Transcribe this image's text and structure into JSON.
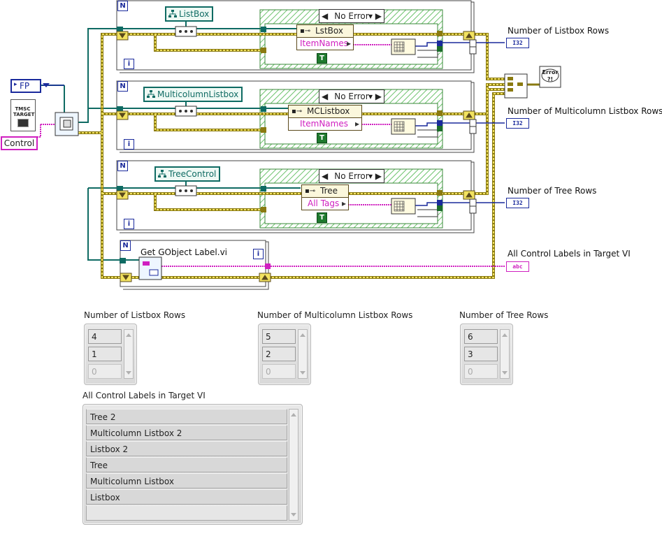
{
  "diagram": {
    "fp_constant": "FP",
    "target_constant": [
      "TMSC",
      "TARGET"
    ],
    "control_constant": "Control",
    "loops": [
      {
        "refnum_label": "ListBox",
        "case_selector": "No Error",
        "property_node_class": "LstBox",
        "property_name": "ItemNames",
        "output_label": "Number of Listbox Rows",
        "indicator_type": "I32"
      },
      {
        "refnum_label": "MulticolumnListbox",
        "case_selector": "No Error",
        "property_node_class": "MCListbox",
        "property_name": "ItemNames",
        "output_label": "Number of Multicolumn Listbox Rows",
        "indicator_type": "I32"
      },
      {
        "refnum_label": "TreeControl",
        "case_selector": "No Error",
        "property_node_class": "Tree",
        "property_name": "All Tags",
        "output_label": "Number of Tree Rows",
        "indicator_type": "I32"
      }
    ],
    "subvi_loop_label": "Get GObject Label.vi",
    "labels_output": "All Control Labels in Target VI",
    "labels_indicator_type": "abc",
    "loop_n": "N",
    "loop_i": "i",
    "true_constant": "T",
    "error_glyph": "Error ?!"
  },
  "front_panel": {
    "listbox_rows": {
      "label": "Number of Listbox Rows",
      "values": [
        "4",
        "1",
        "0"
      ]
    },
    "mclistbox_rows": {
      "label": "Number of Multicolumn Listbox Rows",
      "values": [
        "5",
        "2",
        "0"
      ]
    },
    "tree_rows": {
      "label": "Number of Tree Rows",
      "values": [
        "6",
        "3",
        "0"
      ]
    },
    "control_labels": {
      "label": "All Control Labels in Target VI",
      "values": [
        "Tree 2",
        "Multicolumn Listbox 2",
        "Listbox 2",
        "Tree",
        "Multicolumn Listbox",
        "Listbox"
      ]
    }
  },
  "colors": {
    "refnum_wire": "#0f6b63",
    "error_wire": "#b8a620",
    "string_wire": "#d020c0",
    "int_wire": "#1a2a9c",
    "case_border": "#5cb85c"
  }
}
